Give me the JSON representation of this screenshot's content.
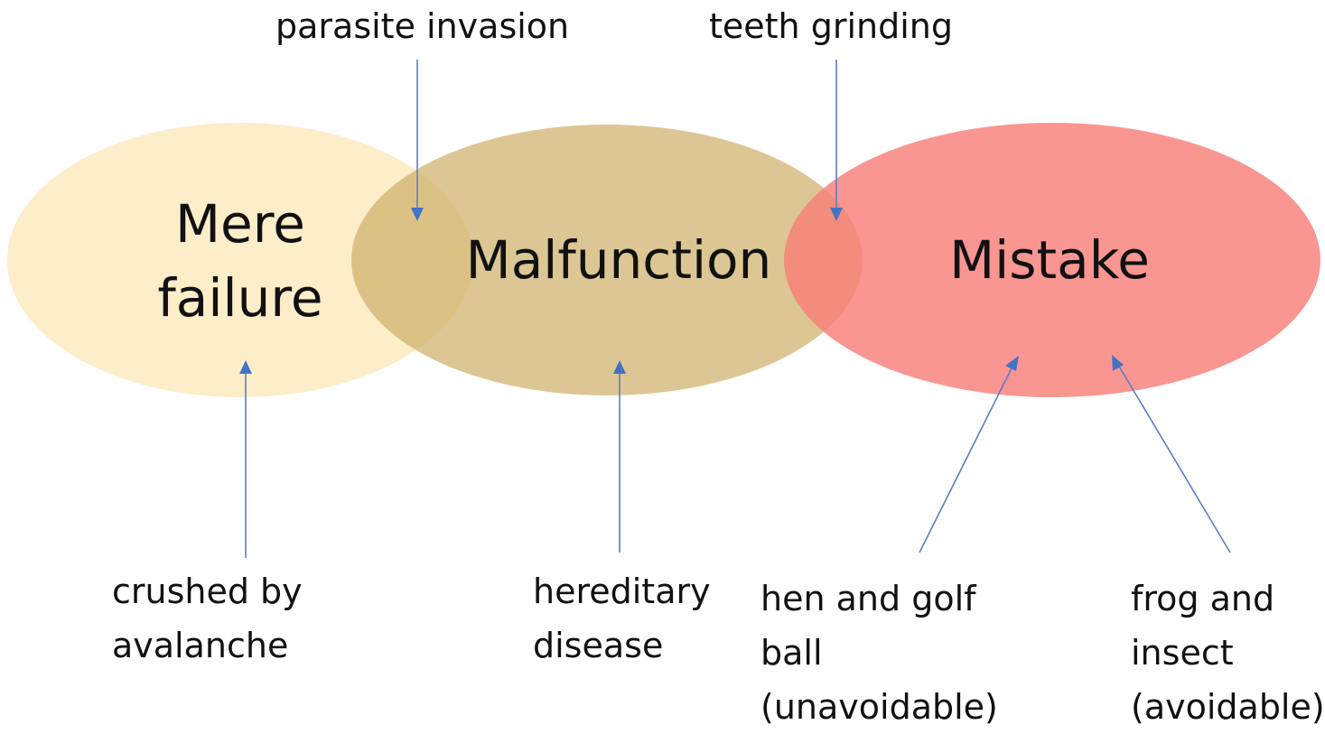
{
  "colors": {
    "mere_failure_fill": "#fdecc6",
    "malfunction_fill": "#d9c08a",
    "mistake_fill": "#fb9490",
    "arrow": "#4472c4",
    "text": "#111111"
  },
  "ellipses": {
    "mere_failure": {
      "line1": "Mere",
      "line2": "failure"
    },
    "malfunction": {
      "label": "Malfunction"
    },
    "mistake": {
      "label": "Mistake"
    }
  },
  "annotations": {
    "parasite_invasion": "parasite invasion",
    "teeth_grinding": "teeth grinding",
    "crushed_by_avalanche": {
      "line1": "crushed by",
      "line2": "avalanche"
    },
    "hereditary_disease": {
      "line1": "hereditary",
      "line2": "disease"
    },
    "hen_and_golf_ball": {
      "line1": "hen and golf",
      "line2": "ball",
      "line3": "(unavoidable)"
    },
    "frog_and_insect": {
      "line1": "frog and",
      "line2": "insect",
      "line3": "(avoidable)"
    }
  }
}
